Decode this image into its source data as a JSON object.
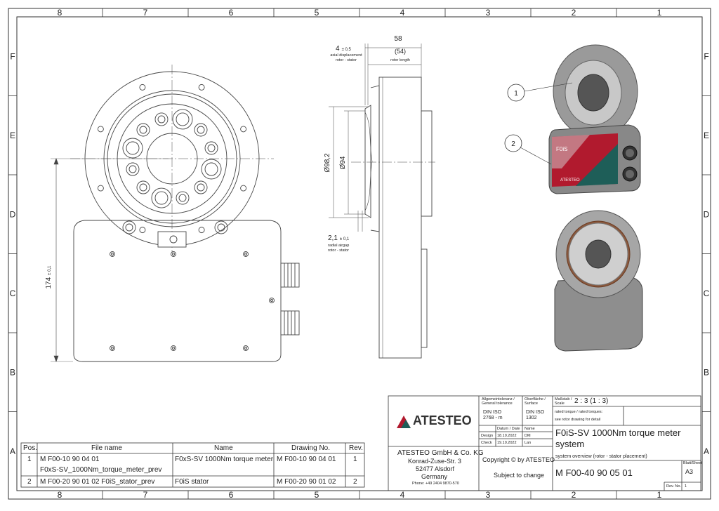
{
  "frame": {
    "top_numbers": [
      "8",
      "7",
      "6",
      "5",
      "4",
      "3",
      "2",
      "1"
    ],
    "bottom_numbers": [
      "8",
      "7",
      "6",
      "5",
      "4",
      "3",
      "2",
      "1"
    ],
    "side_letters": [
      "F",
      "E",
      "D",
      "C",
      "B",
      "A"
    ]
  },
  "dims": {
    "axial_top": "4",
    "axial_tol": "± 0,5",
    "axial_label1": "axial displacement",
    "axial_label2": "rotor - stator",
    "rotor_len": "58",
    "rotor_len_paren": "(54)",
    "rotor_len_label": "rotor length",
    "d98": "Ø98,2",
    "d94": "Ø94",
    "radial_val": "2,1",
    "radial_tol": "± 0,1",
    "radial_label1": "radial airgap",
    "radial_label2": "rotor - stator",
    "height": "174",
    "height_tol": "± 0,1"
  },
  "callouts": [
    "1",
    "2"
  ],
  "device_label": "F0iS",
  "device_brand": "ATESTEO",
  "bom": {
    "headers": {
      "pos": "Pos.",
      "file": "File name",
      "name": "Name",
      "drawing": "Drawing No.",
      "rev": "Rev."
    },
    "rows": [
      {
        "pos": "1",
        "file_line1": "M F00-10 90 04 01",
        "file_line2": "F0xS-SV_1000Nm_torque_meter_prev",
        "name": "F0xS-SV 1000Nm torque meter",
        "drawing": "M F00-10 90 04 01",
        "rev": "1"
      },
      {
        "pos": "2",
        "file_line1": "M F00-20 90 01 02  F0iS_stator_prev",
        "file_line2": "",
        "name": "F0iS stator",
        "drawing": "M F00-20 90 01 02",
        "rev": "2"
      }
    ]
  },
  "titleblock": {
    "logo_text": "ATESTEO",
    "gen_tol_label1": "Allgemeintoleranz /",
    "gen_tol_label2": "General tolerance",
    "gen_tol_val1": "DIN ISO",
    "gen_tol_val2": "2768 - m",
    "surface_label1": "Oberfläche /",
    "surface_label2": "Surface",
    "surface_val1": "DIN ISO",
    "surface_val2": "1302",
    "scale_label1": "Maßstab /",
    "scale_label2": "Scale",
    "scale_val": "2 : 3 (1 : 3)",
    "note1": "rated torque / rated torques:",
    "note2": "see rotor drawing for detail",
    "date_hdr": "Datum / Date",
    "name_hdr": "Name",
    "design_lbl": "Design",
    "design_date": "18.10.2022",
    "design_name": "DM",
    "check_lbl": "Check",
    "check_date": "19.10.2022",
    "check_name": "Lan",
    "title_line1": "F0iS-SV 1000Nm torque meter",
    "title_line2": "system",
    "subtitle": "system overview (rotor - stator placement)",
    "company": "ATESTEO GmbH & Co. KG",
    "street": "Konrad-Zuse-Str. 3",
    "city": "52477 Alsdorf",
    "country": "Germany",
    "phone": "Phone: +49 2404 9870-570",
    "copyright": "Copyright © by ATESTEO",
    "subject": "Subject to change",
    "drawing_no": "M F00-40 90 05 01",
    "sheet_label": "Blatt/Sheet",
    "sheet_val": "A3",
    "rev_label": "Rev. No.",
    "rev_val": "1"
  }
}
